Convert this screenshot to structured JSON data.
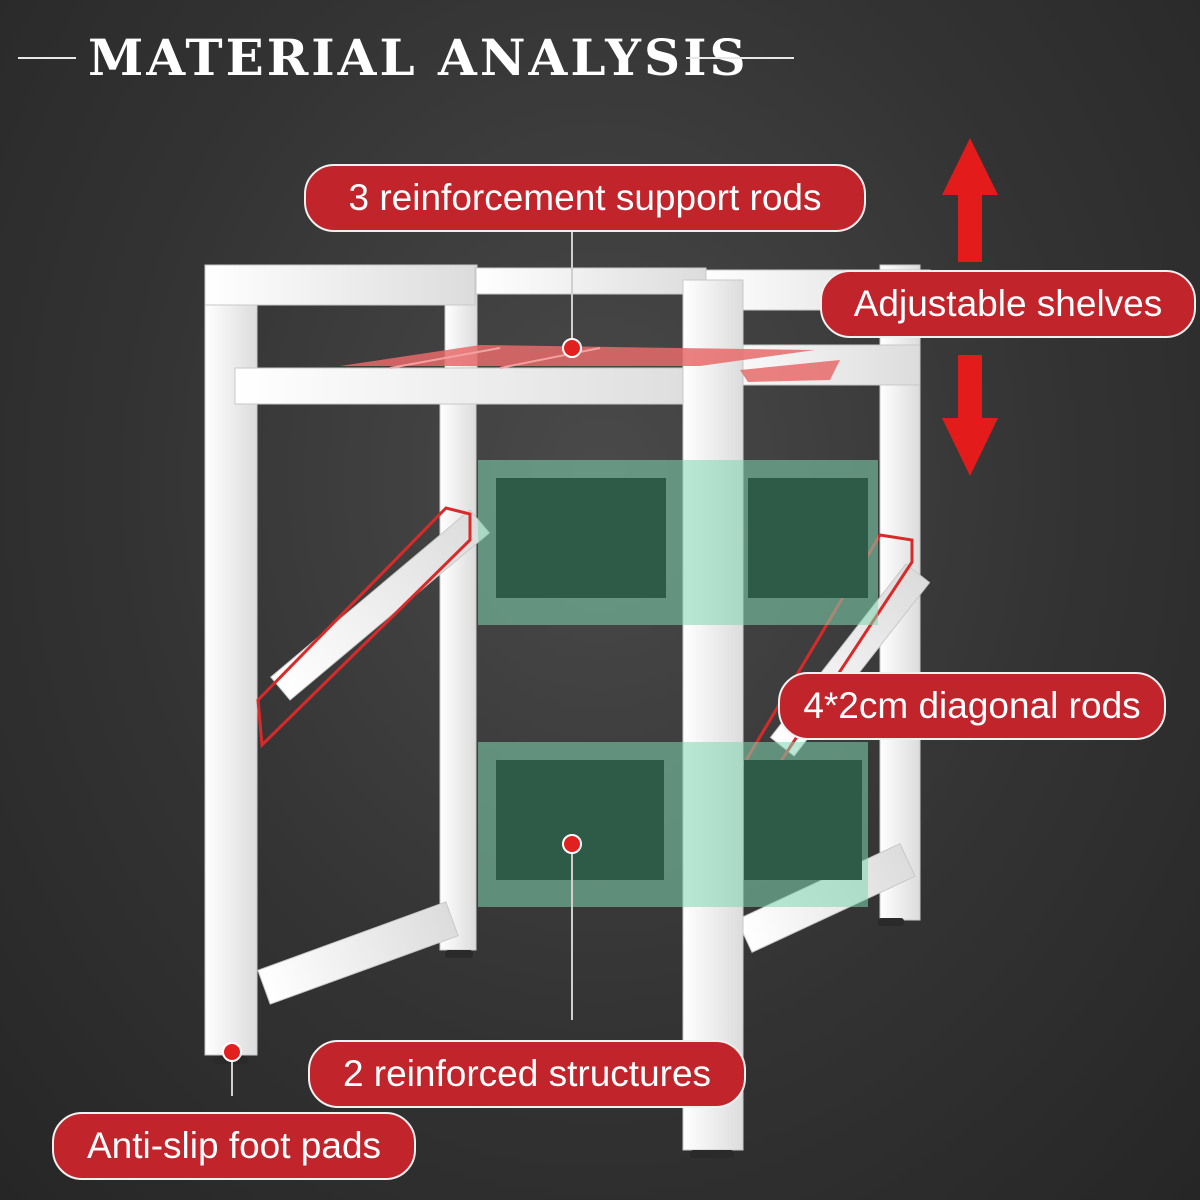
{
  "header": {
    "title": "MATERIAL ANALYSIS"
  },
  "callouts": {
    "support_rods": "3 reinforcement support rods",
    "adjustable": "Adjustable shelves",
    "diagonal": "4*2cm diagonal rods",
    "reinforced": "2 reinforced structures",
    "foot_pads": "Anti-slip foot pads"
  },
  "colors": {
    "label_bg": "#c1242b",
    "frame": "#f4f4f4",
    "highlight_red": "#e86a6a",
    "highlight_green": "#7fd6b0",
    "arrow": "#e31b1b"
  }
}
